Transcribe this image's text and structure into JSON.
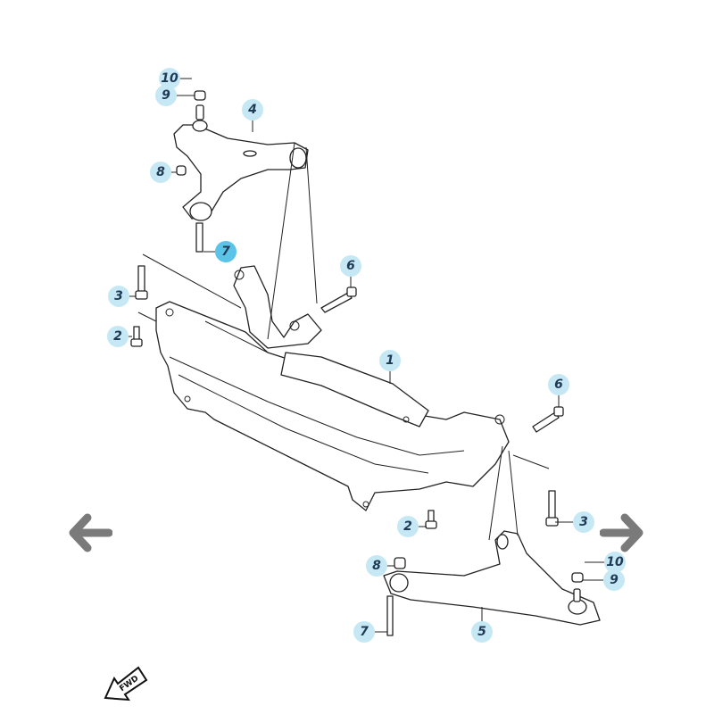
{
  "diagram": {
    "callouts": [
      {
        "id": "callout-10-upper",
        "label": "10"
      },
      {
        "id": "callout-9-upper",
        "label": "9"
      },
      {
        "id": "callout-4",
        "label": "4"
      },
      {
        "id": "callout-8-upper",
        "label": "8"
      },
      {
        "id": "callout-7-upper",
        "label": "7"
      },
      {
        "id": "callout-6-upper",
        "label": "6"
      },
      {
        "id": "callout-3-left",
        "label": "3"
      },
      {
        "id": "callout-2-left",
        "label": "2"
      },
      {
        "id": "callout-1",
        "label": "1"
      },
      {
        "id": "callout-6-right",
        "label": "6"
      },
      {
        "id": "callout-2-lower",
        "label": "2"
      },
      {
        "id": "callout-3-right",
        "label": "3"
      },
      {
        "id": "callout-8-lower",
        "label": "8"
      },
      {
        "id": "callout-10-lower",
        "label": "10"
      },
      {
        "id": "callout-9-lower",
        "label": "9"
      },
      {
        "id": "callout-7-lower",
        "label": "7"
      },
      {
        "id": "callout-5",
        "label": "5"
      }
    ],
    "fwd_label": "FWD",
    "highlight_color": "#5cc3e8",
    "callout_color": "#c6e8f5"
  },
  "navigation": {
    "prev_icon": "arrow-left-icon",
    "next_icon": "arrow-right-icon",
    "arrow_color": "#7a7a7a"
  }
}
